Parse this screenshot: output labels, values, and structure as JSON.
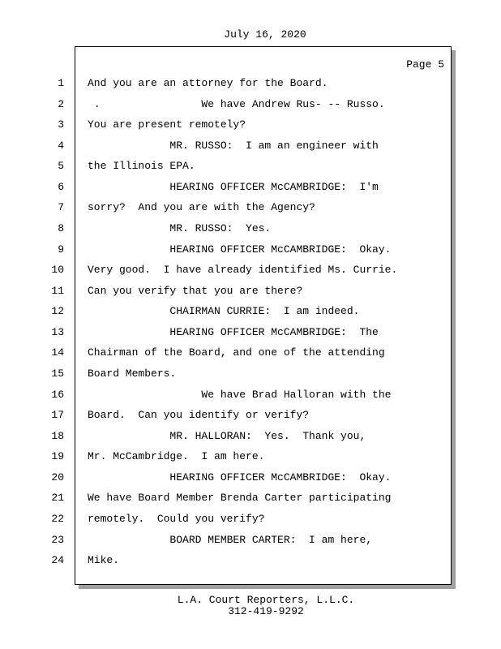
{
  "header": {
    "date": "July 16, 2020"
  },
  "page_label": "Page 5",
  "lines": [
    {
      "n": "1",
      "text": "And you are an attorney for the Board."
    },
    {
      "n": "2",
      "text": " .                We have Andrew Rus- -- Russo."
    },
    {
      "n": "3",
      "text": "You are present remotely?"
    },
    {
      "n": "4",
      "text": "             MR. RUSSO:  I am an engineer with"
    },
    {
      "n": "5",
      "text": "the Illinois EPA."
    },
    {
      "n": "6",
      "text": "             HEARING OFFICER McCAMBRIDGE:  I'm"
    },
    {
      "n": "7",
      "text": "sorry?  And you are with the Agency?"
    },
    {
      "n": "8",
      "text": "             MR. RUSSO:  Yes."
    },
    {
      "n": "9",
      "text": "             HEARING OFFICER McCAMBRIDGE:  Okay."
    },
    {
      "n": "10",
      "text": "Very good.  I have already identified Ms. Currie."
    },
    {
      "n": "11",
      "text": "Can you verify that you are there?"
    },
    {
      "n": "12",
      "text": "             CHAIRMAN CURRIE:  I am indeed."
    },
    {
      "n": "13",
      "text": "             HEARING OFFICER McCAMBRIDGE:  The"
    },
    {
      "n": "14",
      "text": "Chairman of the Board, and one of the attending"
    },
    {
      "n": "15",
      "text": "Board Members."
    },
    {
      "n": "16",
      "text": "                  We have Brad Halloran with the"
    },
    {
      "n": "17",
      "text": "Board.  Can you identify or verify?"
    },
    {
      "n": "18",
      "text": "             MR. HALLORAN:  Yes.  Thank you,"
    },
    {
      "n": "19",
      "text": "Mr. McCambridge.  I am here."
    },
    {
      "n": "20",
      "text": "             HEARING OFFICER McCAMBRIDGE:  Okay."
    },
    {
      "n": "21",
      "text": "We have Board Member Brenda Carter participating"
    },
    {
      "n": "22",
      "text": "remotely.  Could you verify?"
    },
    {
      "n": "23",
      "text": "             BOARD MEMBER CARTER:  I am here,"
    },
    {
      "n": "24",
      "text": "Mike."
    }
  ],
  "footer": {
    "company": "L.A. Court Reporters, L.L.C.",
    "phone": "312-419-9292"
  }
}
